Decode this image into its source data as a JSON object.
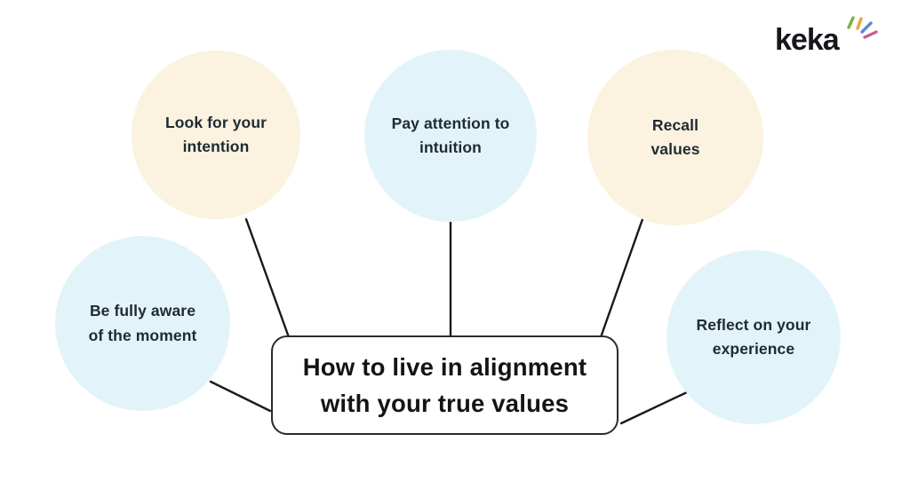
{
  "brand": {
    "name": "keka",
    "ray_colors": [
      "#7fb244",
      "#f2a33c",
      "#5c87d5",
      "#c75a9e"
    ]
  },
  "colors": {
    "background": "#ffffff",
    "cream_circle": "#fbf2df",
    "blue_circle": "#e2f4fa",
    "connector_line": "#1a1a1a",
    "circle_text": "#1f2a33",
    "box_border": "#2b2b2b",
    "box_background": "#ffffff",
    "title_text": "#141414"
  },
  "diagram": {
    "center_box": {
      "lines": [
        "How to live in alignment",
        "with your true values"
      ]
    },
    "nodes": [
      {
        "id": "look-for-your-intention",
        "lines": [
          "Look for your",
          "intention"
        ],
        "color": "cream"
      },
      {
        "id": "pay-attention-to-intuition",
        "lines": [
          "Pay attention to",
          "intuition"
        ],
        "color": "blue"
      },
      {
        "id": "recall-values",
        "lines": [
          "Recall",
          "values"
        ],
        "color": "cream"
      },
      {
        "id": "be-fully-aware-of-the-moment",
        "lines": [
          "Be fully aware",
          "of the moment"
        ],
        "color": "blue"
      },
      {
        "id": "reflect-on-your-experience",
        "lines": [
          "Reflect on your",
          "experience"
        ],
        "color": "blue"
      }
    ]
  }
}
